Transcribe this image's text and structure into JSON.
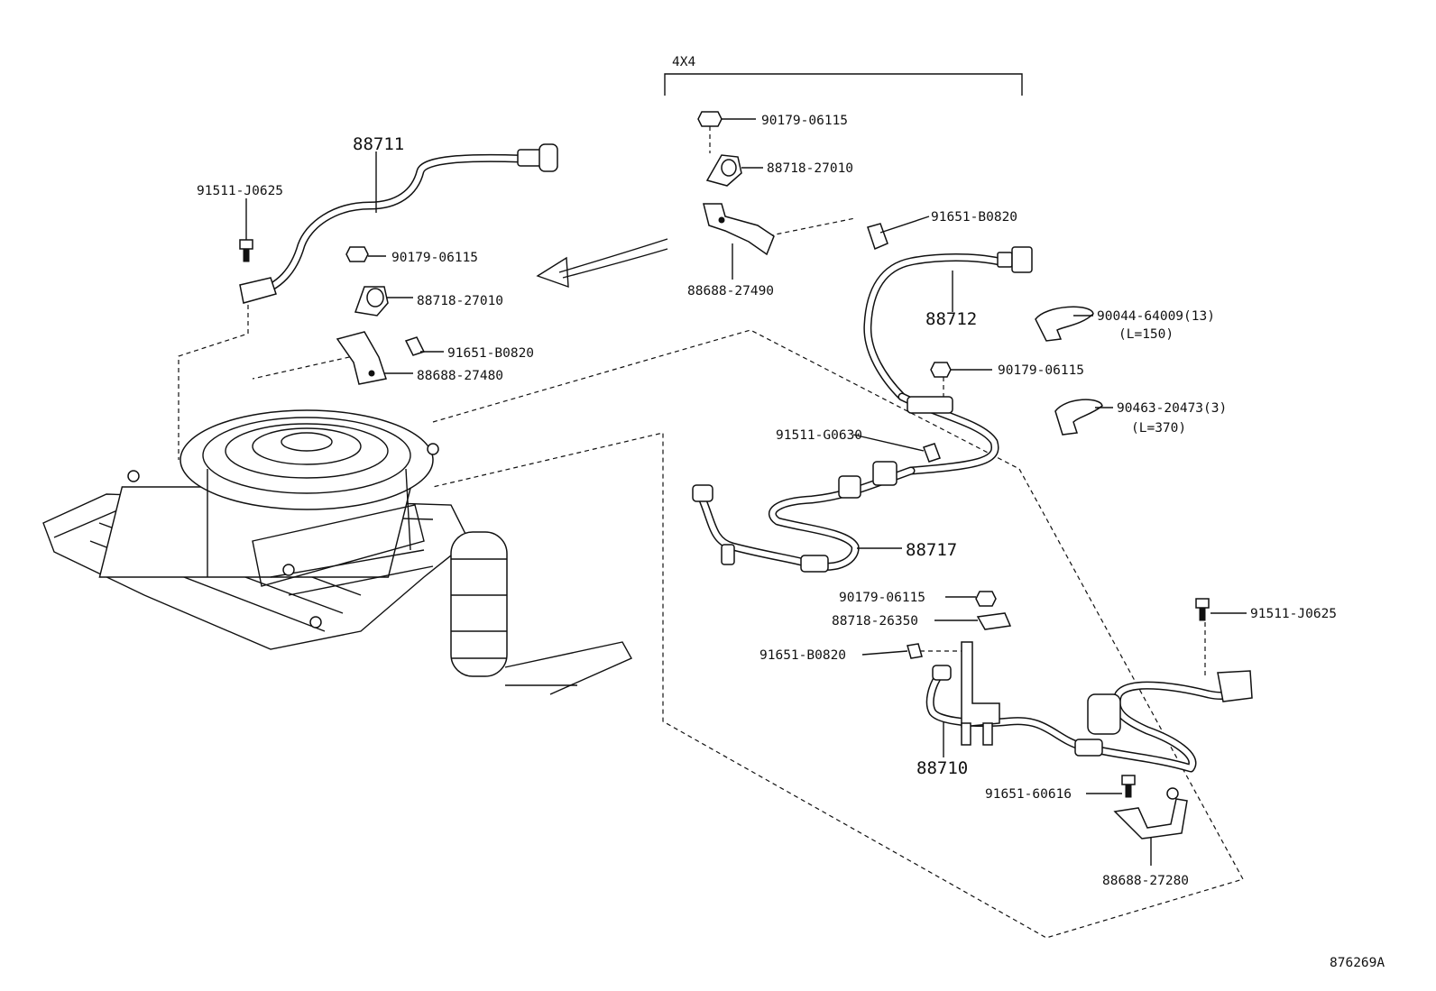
{
  "group_label": "4X4",
  "diagram_id": "876269A",
  "callouts": {
    "c_88711": "88711",
    "c_91511_j0625_a": "91511-J0625",
    "c_90179_a": "90179-06115",
    "c_88718_27010_a": "88718-27010",
    "c_91651_b0820_a": "91651-B0820",
    "c_88688_27480": "88688-27480",
    "c_90179_b": "90179-06115",
    "c_88718_27010_b": "88718-27010",
    "c_91651_b0820_b": "91651-B0820",
    "c_88688_27490": "88688-27490",
    "c_88712": "88712",
    "c_90044": "90044-64009(13)",
    "c_90044_len": "(L=150)",
    "c_90179_c": "90179-06115",
    "c_90463": "90463-20473(3)",
    "c_90463_len": "(L=370)",
    "c_91511_g0630": "91511-G0630",
    "c_88717": "88717",
    "c_90179_d": "90179-06115",
    "c_88718_26350": "88718-26350",
    "c_91651_b0820_c": "91651-B0820",
    "c_91511_j0625_b": "91511-J0625",
    "c_88710": "88710",
    "c_91651_60616": "91651-60616",
    "c_88688_27280": "88688-27280"
  }
}
